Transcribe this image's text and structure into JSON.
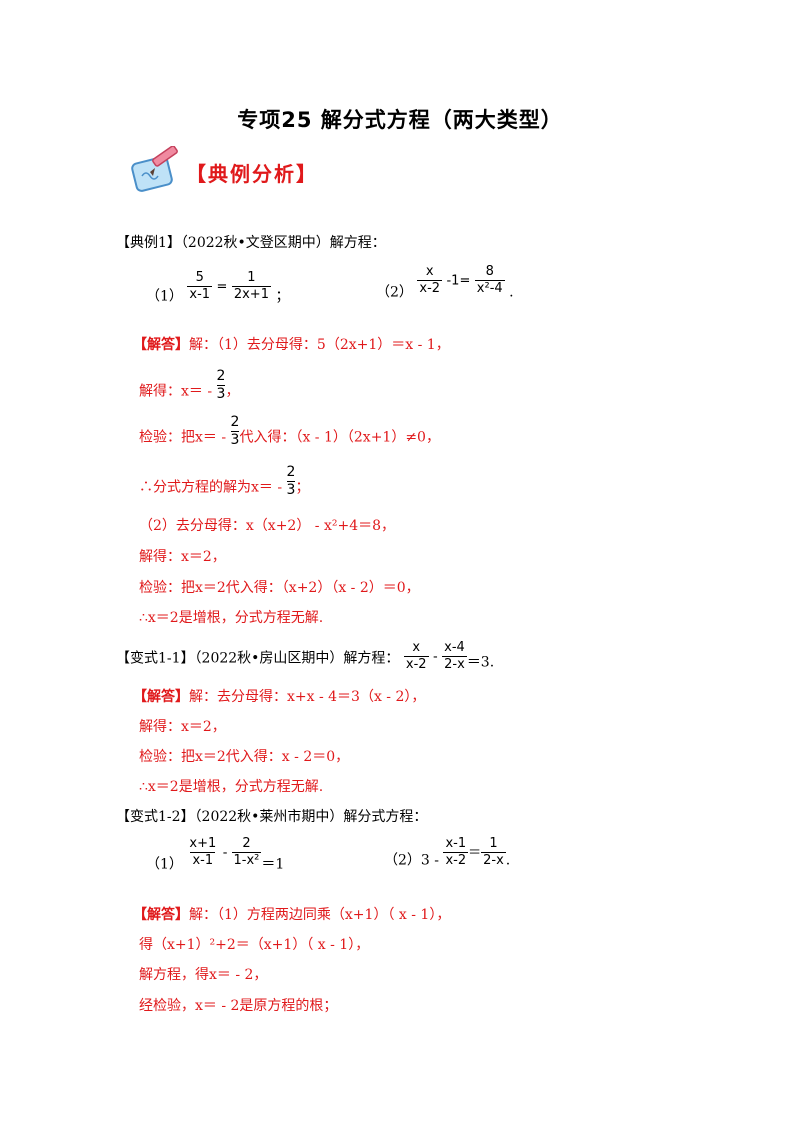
{
  "title": "专项25   解分式方程（两大类型）",
  "banner_label": "【典例分析】",
  "example1": {
    "header": "【典例1】（2022秋•文登区期中）解方程：",
    "q1_prefix": "（1）",
    "q1_f1_num": "5",
    "q1_f1_den": "x-1",
    "q1_eq": "=",
    "q1_f2_num": "1",
    "q1_f2_den": "2x+1",
    "q1_suffix": "；",
    "q2_prefix": "（2）",
    "q2_f1_num": "x",
    "q2_f1_den": "x-2",
    "q2_mid": "-1=",
    "q2_f2_num": "8",
    "q2_f2_den": "x²-4",
    "q2_suffix": ".",
    "ans_tag": "【解答】",
    "ans_l1": "解：（1）去分母得：5（2x+1）＝x - 1，",
    "ans_l2_prefix": "解得：x＝ -",
    "ans_l2_frac_num": "2",
    "ans_l2_frac_den": "3",
    "ans_l2_suffix": "，",
    "ans_l3_prefix": "检验：把x＝ -",
    "ans_l3_frac_num": "2",
    "ans_l3_frac_den": "3",
    "ans_l3_suffix": "代入得：（x - 1）（2x+1）≠0，",
    "ans_l4_prefix": "∴分式方程的解为x＝ -",
    "ans_l4_frac_num": "2",
    "ans_l4_frac_den": "3",
    "ans_l4_suffix": "；",
    "ans_l5": "（2）去分母得：x（x+2） - x²+4＝8，",
    "ans_l6": "解得：x＝2，",
    "ans_l7": "检验：把x＝2代入得：（x+2）（x - 2）＝0，",
    "ans_l8": "∴x＝2是增根，分式方程无解."
  },
  "variant11": {
    "header": "【变式1-1】（2022秋•房山区期中）解方程：",
    "f1_num": "x",
    "f1_den": "x-2",
    "minus": "-",
    "f2_num": "x-4",
    "f2_den": "2-x",
    "suffix": "＝3.",
    "ans_tag": "【解答】",
    "ans_l1": "解：去分母得：x+x - 4＝3（x - 2），",
    "ans_l2": "解得：x＝2，",
    "ans_l3": "检验：把x＝2代入得：x - 2＝0，",
    "ans_l4": "∴x＝2是增根，分式方程无解."
  },
  "variant12": {
    "header": "【变式1-2】（2022秋•莱州市期中）解分式方程：",
    "q1_prefix": "（1）",
    "q1_f1_num": "x+1",
    "q1_f1_den": "x-1",
    "q1_minus": " - ",
    "q1_f2_num": "2",
    "q1_f2_den": "1-x²",
    "q1_suffix": "＝1",
    "q2_prefix": "（2）3 - ",
    "q2_f1_num": "x-1",
    "q2_f1_den": "x-2",
    "q2_eq": "＝",
    "q2_f2_num": "1",
    "q2_f2_den": "2-x",
    "q2_suffix": ".",
    "ans_tag": "【解答】",
    "ans_l1": "解：（1）方程两边同乘（x+1）（ x - 1），",
    "ans_l2": "得（x+1）²+2＝（x+1）（ x - 1），",
    "ans_l3": "解方程，得x＝ - 2，",
    "ans_l4": "经检验，x＝ - 2是原方程的根；"
  },
  "colors": {
    "answer": "#e0191b",
    "text": "#000000",
    "banner": "#e0191b"
  }
}
